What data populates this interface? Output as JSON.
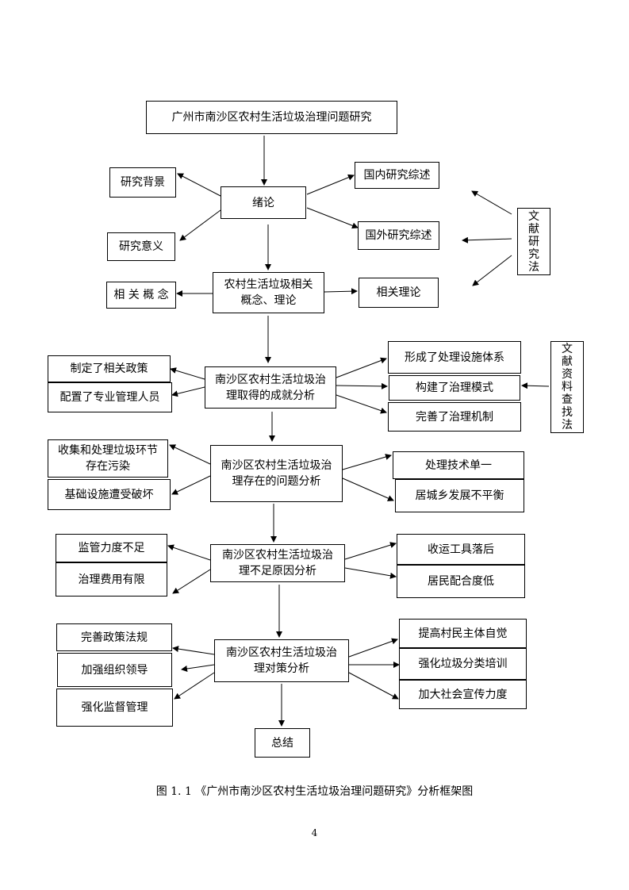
{
  "nodes": {
    "title": "广州市南沙区农村生活垃圾治理问题研究",
    "intro": "绪论",
    "background": "研究背景",
    "significance": "研究意义",
    "domestic": "国内研究综述",
    "foreign": "国外研究综述",
    "lit_method": "文\n献\n研\n究\n法",
    "concepts": "相 关 概 念",
    "concept_center": "农村生活垃圾相关\n概念、理论",
    "theory": "相关理论",
    "achieve_center": "南沙区农村生活垃圾治\n理取得的成就分析",
    "policy": "制定了相关政策",
    "staff": "配置了专业管理人员",
    "facility": "形成了处理设施体系",
    "model": "构建了治理模式",
    "mechanism": "完善了治理机制",
    "data_method": "文\n献\n资\n料\n查\n找\n法",
    "problem_center": "南沙区农村生活垃圾治\n理存在的问题分析",
    "pollution": "收集和处理垃圾环节\n存在污染",
    "infra": "基础设施遭受破坏",
    "tech": "处理技术单一",
    "imbalance": "居城乡发展不平衡",
    "cause_center": "南沙区农村生活垃圾治\n理不足原因分析",
    "supervision": "监管力度不足",
    "cost": "治理费用有限",
    "tools": "收运工具落后",
    "cooperation": "居民配合度低",
    "measure_center": "南沙区农村生活垃圾治\n理对策分析",
    "law": "完善政策法规",
    "org": "加强组织领导",
    "monitor": "强化监督管理",
    "awareness": "提高村民主体自觉",
    "training": "强化垃圾分类培训",
    "publicity": "加大社会宣传力度",
    "conclusion": "总结"
  },
  "caption": "图 1. 1 《广州市南沙区农村生活垃圾治理问题研究》分析框架图",
  "page_number": "4"
}
